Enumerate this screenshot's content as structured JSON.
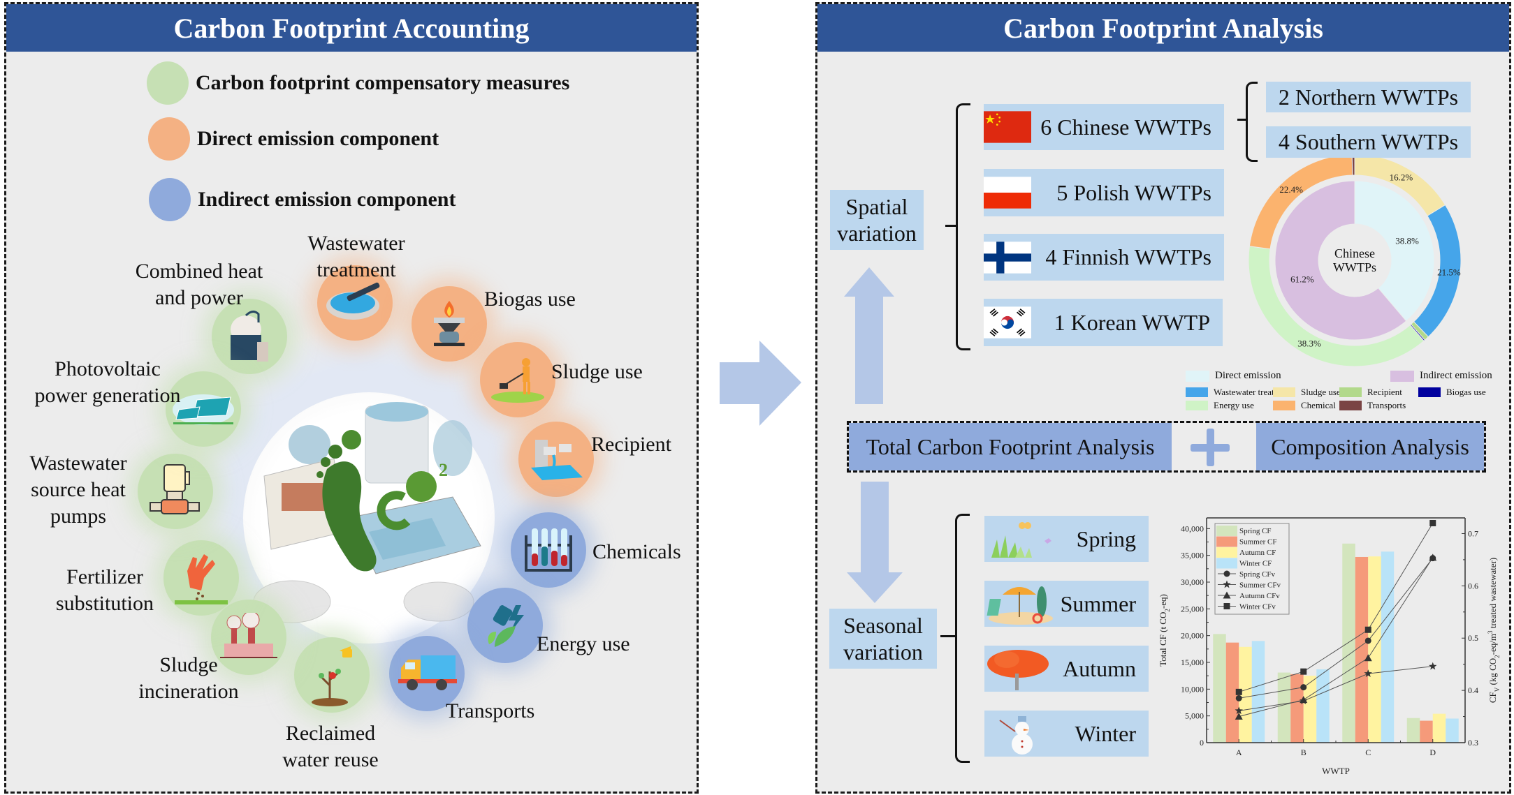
{
  "left_panel": {
    "title": "Carbon Footprint Accounting",
    "legend": [
      {
        "label": "Carbon footprint compensatory measures",
        "color": "#c6e0b4"
      },
      {
        "label": "Direct emission component",
        "color": "#f4b183"
      },
      {
        "label": "Indirect emission component",
        "color": "#8faadc"
      }
    ],
    "nodes": [
      {
        "label": "Combined heat\nand power",
        "category": "compensatory",
        "icon": "chp-tank-icon"
      },
      {
        "label": "Wastewater\ntreatment",
        "category": "direct",
        "icon": "clarifier-tank-icon"
      },
      {
        "label": "Biogas use",
        "category": "direct",
        "icon": "gas-stove-flame-icon"
      },
      {
        "label": "Sludge use",
        "category": "direct",
        "icon": "worker-shovel-icon"
      },
      {
        "label": "Recipient",
        "category": "direct",
        "icon": "discharge-pipe-icon"
      },
      {
        "label": "Chemicals",
        "category": "indirect",
        "icon": "test-tubes-icon"
      },
      {
        "label": "Energy use",
        "category": "indirect",
        "icon": "plug-leaf-icon"
      },
      {
        "label": "Transports",
        "category": "indirect",
        "icon": "truck-icon"
      },
      {
        "label": "Reclaimed\nwater reuse",
        "category": "compensatory",
        "icon": "watering-plant-icon"
      },
      {
        "label": "Sludge\nincineration",
        "category": "compensatory",
        "icon": "factory-chimney-icon"
      },
      {
        "label": "Fertilizer\nsubstitution",
        "category": "compensatory",
        "icon": "hand-seeds-icon"
      },
      {
        "label": "Wastewater\nsource heat\npumps",
        "category": "compensatory",
        "icon": "heat-pump-icon"
      },
      {
        "label": "Photovoltaic\npower generation",
        "category": "compensatory",
        "icon": "solar-panel-icon"
      }
    ],
    "center_image": "wwtp-carbon-footprint-illustration"
  },
  "flow_arrow": "right-arrow-icon",
  "right_panel": {
    "title": "Carbon Footprint Analysis",
    "spatial": {
      "label": "Spatial\nvariation",
      "countries": [
        {
          "label": "6 Chinese WWTPs",
          "flag": "china-flag-icon"
        },
        {
          "label": "5 Polish WWTPs",
          "flag": "poland-flag-icon"
        },
        {
          "label": "4 Finnish WWTPs",
          "flag": "finland-flag-icon"
        },
        {
          "label": "1 Korean WWTP",
          "flag": "korea-flag-icon"
        }
      ],
      "china_subgroups": [
        "2 Northern WWTPs",
        "4 Southern WWTPs"
      ]
    },
    "middle": {
      "left": "Total Carbon Footprint Analysis",
      "plus": "+",
      "right": "Composition Analysis"
    },
    "seasonal": {
      "label": "Seasonal\nvariation",
      "seasons": [
        {
          "label": "Spring",
          "icon": "spring-grass-butterfly-icon"
        },
        {
          "label": "Summer",
          "icon": "beach-umbrella-icon"
        },
        {
          "label": "Autumn",
          "icon": "red-maple-tree-icon"
        },
        {
          "label": "Winter",
          "icon": "snowman-icon"
        }
      ]
    }
  },
  "chart_data": [
    {
      "type": "pie",
      "title": "Chinese\nWWTPs",
      "inner_ring": {
        "slices": [
          {
            "name": "Direct emission",
            "value": 38.8,
            "label": "38.8%",
            "color": "#e0f4f8"
          },
          {
            "name": "Indirect emission",
            "value": 61.2,
            "label": "61.2%",
            "color": "#d8bfe0"
          }
        ]
      },
      "outer_ring": {
        "slices": [
          {
            "name": "Sludge use",
            "value": 16.2,
            "label": "16.2%",
            "color": "#f5e6a8"
          },
          {
            "name": "Wastewater treatment",
            "value": 21.5,
            "label": "21.5%",
            "color": "#45a5ea"
          },
          {
            "name": "Recipient",
            "value": 0.7,
            "label": "",
            "color": "#b2d98b"
          },
          {
            "name": "Biogas use",
            "value": 0.2,
            "label": "",
            "color": "#00009e"
          },
          {
            "name": "Energy use",
            "value": 38.3,
            "label": "38.3%",
            "color": "#cff3c6"
          },
          {
            "name": "Chemical",
            "value": 22.4,
            "label": "22.4%",
            "color": "#fbb36e"
          },
          {
            "name": "Transports",
            "value": 0.4,
            "label": "",
            "color": "#7a4444"
          }
        ]
      },
      "legend": [
        {
          "name": "Direct emission",
          "color": "#e0f4f8"
        },
        {
          "name": "Indirect emission",
          "color": "#d8bfe0"
        },
        {
          "name": "Wastewater treatment",
          "color": "#45a5ea"
        },
        {
          "name": "Sludge use",
          "color": "#f5e6a8"
        },
        {
          "name": "Recipient",
          "color": "#b2d98b"
        },
        {
          "name": "Biogas use",
          "color": "#00009e"
        },
        {
          "name": "Energy use",
          "color": "#cff3c6"
        },
        {
          "name": "Chemical",
          "color": "#fbb36e"
        },
        {
          "name": "Transports",
          "color": "#7a4444"
        }
      ],
      "legend_placement": "bottom"
    },
    {
      "type": "bar",
      "categories": [
        "A",
        "B",
        "C",
        "D"
      ],
      "xlabel": "WWTP",
      "ylabel": "Total CF (t CO2-eq)",
      "ylabel_parts": {
        "pre": "Total CF (t CO",
        "sub": "2",
        "post": "-eq)"
      },
      "y2label_parts": {
        "pre": "CF",
        "sub1": "V",
        "mid": " (kg CO",
        "sub2": "2",
        "mid2": "-eq/m",
        "sup": "3",
        "post": " treated wastewater)"
      },
      "ylim": [
        0,
        42000
      ],
      "yticks": [
        0,
        5000,
        10000,
        15000,
        20000,
        25000,
        30000,
        35000,
        40000
      ],
      "ytick_labels": [
        "0",
        "5,000",
        "10,000",
        "15,000",
        "20,000",
        "25,000",
        "30,000",
        "35,000",
        "40,000"
      ],
      "y2lim": [
        0.3,
        0.73
      ],
      "y2ticks": [
        0.3,
        0.4,
        0.5,
        0.6,
        0.7
      ],
      "y2tick_labels": [
        "0.3",
        "0.4",
        "0.5",
        "0.6",
        "0.7"
      ],
      "bar_series": [
        {
          "name": "Spring CF",
          "color": "#d3e5bd",
          "values": [
            20300,
            13100,
            37200,
            4600
          ]
        },
        {
          "name": "Summer CF",
          "color": "#f59a7a",
          "values": [
            18700,
            12800,
            34700,
            4100
          ]
        },
        {
          "name": "Autumn CF",
          "color": "#fff3a0",
          "values": [
            17900,
            12500,
            34800,
            5400
          ]
        },
        {
          "name": "Winter CF",
          "color": "#b9e3f8",
          "values": [
            19000,
            13700,
            35700,
            4500
          ]
        }
      ],
      "line_series": [
        {
          "name": "Spring CFv",
          "marker": "circle",
          "values": [
            0.385,
            0.406,
            0.495,
            0.653
          ]
        },
        {
          "name": "Summer CFv",
          "marker": "star",
          "values": [
            0.361,
            0.38,
            0.432,
            0.446
          ]
        },
        {
          "name": "Autumn CFv",
          "marker": "triangle",
          "values": [
            0.35,
            0.382,
            0.462,
            0.654
          ]
        },
        {
          "name": "Winter CFv",
          "marker": "square",
          "values": [
            0.397,
            0.436,
            0.516,
            0.72
          ]
        }
      ],
      "legend_placement": "top-left",
      "grid": false
    }
  ]
}
